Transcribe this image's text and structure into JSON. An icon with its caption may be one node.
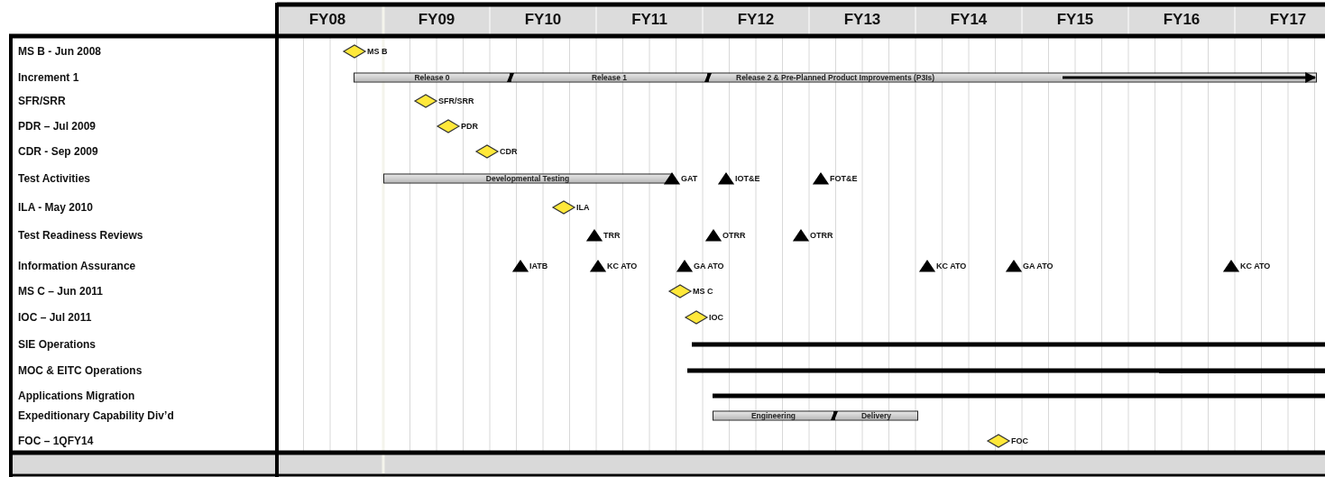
{
  "diagram": {
    "nodes": [
      {
        "text": [],
        "shape": "diamond",
        "beside": [
          "MS B"
        ]
      },
      {
        "text": [
          "Release 0"
        ]
      },
      {
        "text": [
          "Release 1"
        ]
      },
      {
        "text": [
          "Release 2 & Pre-Planned Product Improvements (P3Is)"
        ]
      },
      {
        "text": [],
        "shape": "diamond",
        "beside": [
          "SFR/SRR"
        ]
      },
      {
        "text": [],
        "shape": "diamond",
        "beside": [
          "PDR"
        ]
      },
      {
        "text": [],
        "shape": "diamond",
        "beside": [
          "CDR"
        ]
      },
      {
        "text": [
          "Developmental Testing"
        ]
      },
      {
        "text": [],
        "shape": "triangle",
        "beside": [
          "GAT"
        ]
      },
      {
        "text": [],
        "shape": "triangle",
        "beside": [
          "IOT&E"
        ]
      },
      {
        "text": [],
        "shape": "triangle",
        "beside": [
          "FOT&E"
        ]
      },
      {
        "text": [],
        "shape": "diamond",
        "beside": [
          "ILA"
        ]
      },
      {
        "text": [],
        "shape": "triangle",
        "beside": [
          "TRR"
        ]
      },
      {
        "text": [],
        "shape": "triangle",
        "beside": [
          "OTRR"
        ]
      },
      {
        "text": [],
        "shape": "triangle",
        "beside": [
          "OTRR"
        ]
      },
      {
        "text": [],
        "shape": "triangle",
        "beside": [
          "IATB"
        ]
      },
      {
        "text": [],
        "shape": "triangle",
        "beside": [
          "KC ATO"
        ]
      },
      {
        "text": [],
        "shape": "triangle",
        "beside": [
          "GA ATO"
        ]
      },
      {
        "text": [],
        "shape": "triangle",
        "beside": [
          "KC ATO"
        ]
      },
      {
        "text": [],
        "shape": "triangle",
        "beside": [
          "GA ATO"
        ]
      },
      {
        "text": [],
        "shape": "triangle",
        "beside": [
          "KC ATO"
        ]
      },
      {
        "text": [],
        "shape": "diamond",
        "beside": [
          "MS C"
        ]
      },
      {
        "text": [],
        "shape": "diamond",
        "beside": [
          "IOC"
        ]
      },
      {
        "text": [],
        "shape": "bar"
      },
      {
        "text": [],
        "shape": "bar"
      },
      {
        "text": [],
        "shape": "bar"
      },
      {
        "text": [
          "Engineering"
        ]
      },
      {
        "text": [
          "Delivery"
        ]
      },
      {
        "text": [],
        "shape": "diamond",
        "beside": [
          "FOC"
        ]
      }
    ],
    "labels": [
      "FY08",
      "FY09",
      "FY10",
      "FY11",
      "FY12",
      "FY13",
      "FY14",
      "FY15",
      "FY16",
      "FY17",
      "MS B  - Jun 2008",
      "Increment 1",
      "SFR/SRR",
      "PDR – Jul 2009",
      "CDR  - Sep 2009",
      "Test Activities",
      "ILA  - May 2010",
      "Test Readiness Reviews",
      "Information Assurance",
      "MS C – Jun 2011",
      "IOC – Jul 2011",
      "SIE Operations",
      "MOC & EITC Operations",
      "Applications Migration",
      "Expeditionary Capability Div’d",
      "FOC – 1QFY14"
    ]
  }
}
